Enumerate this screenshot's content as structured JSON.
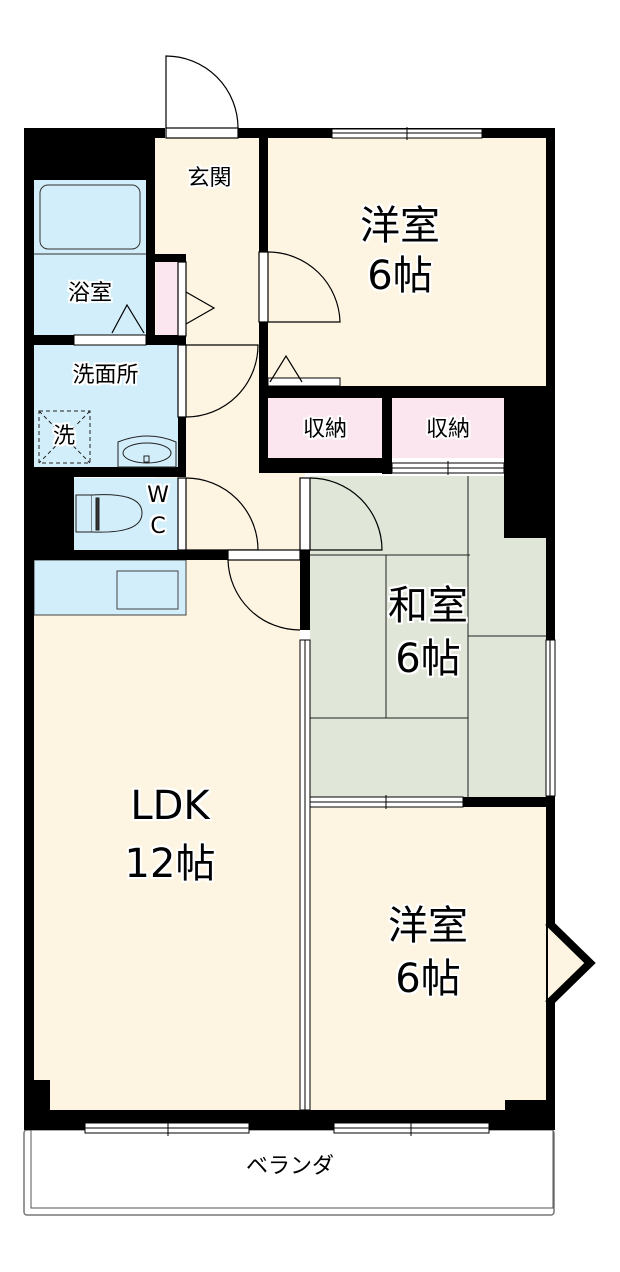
{
  "floorplan": {
    "colors": {
      "wall": "#000000",
      "western_room": "#fdf5e2",
      "wet_area": "#d2eefa",
      "storage": "#fbe6ef",
      "tatami": "#e0e6d8",
      "balcony": "#ffffff"
    },
    "rooms": {
      "entrance": {
        "name": "玄関"
      },
      "bath": {
        "name": "浴室"
      },
      "washroom": {
        "name": "洗面所",
        "washer": "洗"
      },
      "toilet": {
        "name_line1": "W",
        "name_line2": "C"
      },
      "western_north": {
        "name": "洋室",
        "size": "6帖"
      },
      "storage_1": {
        "name": "収納"
      },
      "storage_2": {
        "name": "収納"
      },
      "japanese": {
        "name": "和室",
        "size": "6帖"
      },
      "ldk": {
        "name": "LDK",
        "size": "12帖"
      },
      "western_south": {
        "name": "洋室",
        "size": "6帖"
      },
      "balcony": {
        "name": "ベランダ"
      }
    }
  }
}
